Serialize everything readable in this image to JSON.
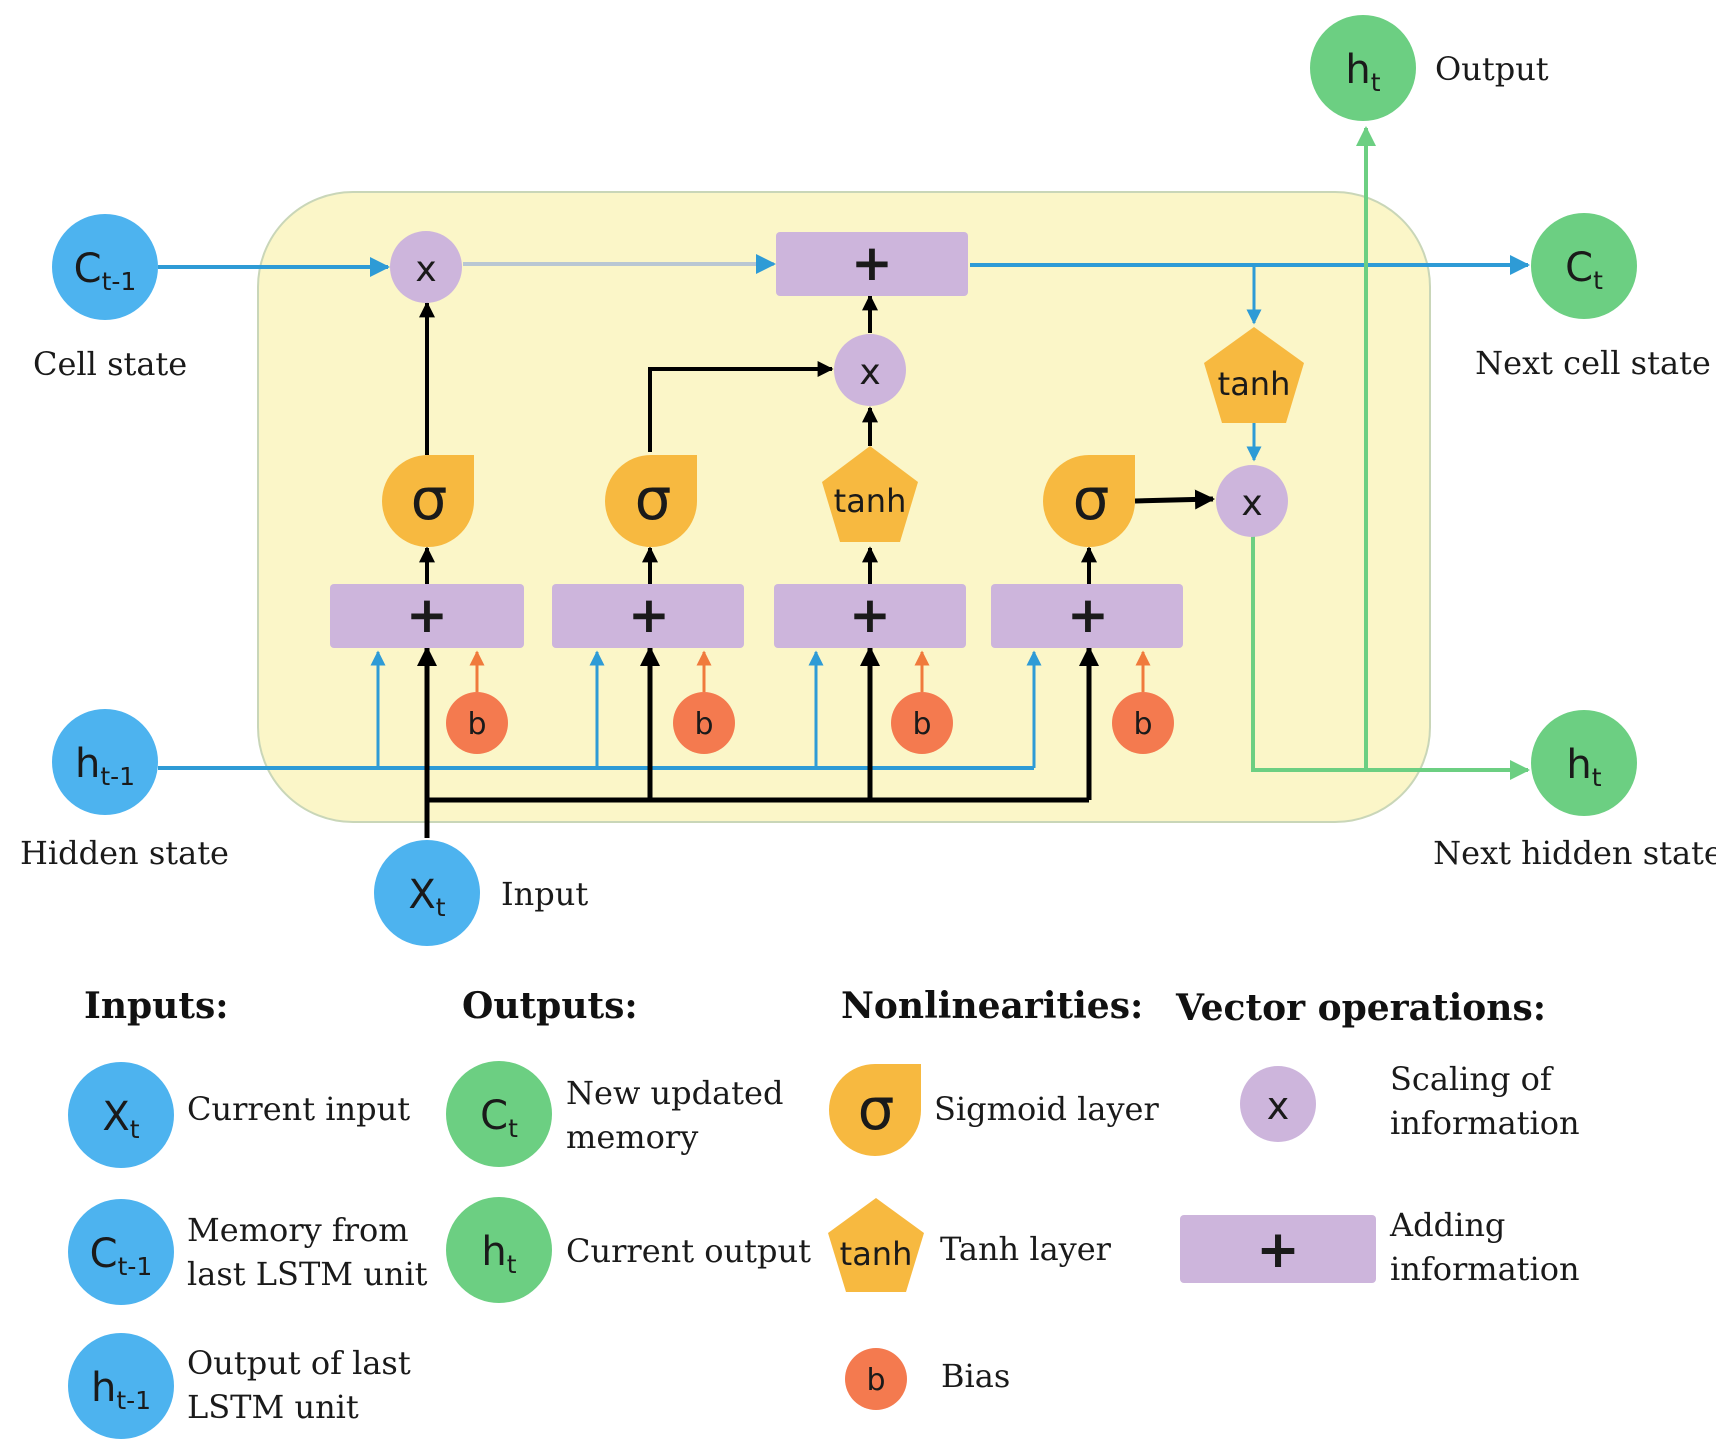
{
  "colors": {
    "cell_bg": "#fbf6c8",
    "cell_border": "#c9d6b8",
    "blue": "#4db3ef",
    "green": "#6ccf82",
    "purple": "#cdb5dc",
    "orange": "#f7b940",
    "bias": "#f47a4f",
    "line_blue": "#2e9bd6",
    "line_green": "#6ccf82",
    "line_black": "#000000",
    "line_orange": "#f07a3c"
  },
  "nodes": {
    "c_prev": {
      "main": "C",
      "sub": "t-1"
    },
    "h_prev": {
      "main": "h",
      "sub": "t-1"
    },
    "x_t": {
      "main": "X",
      "sub": "t"
    },
    "c_next": {
      "main": "C",
      "sub": "t"
    },
    "h_next": {
      "main": "h",
      "sub": "t"
    },
    "h_out": {
      "main": "h",
      "sub": "t"
    }
  },
  "labels": {
    "cell_state": "Cell state",
    "hidden_state": "Hidden state",
    "input": "Input",
    "output": "Output",
    "next_cell_state": "Next cell state",
    "next_hidden_state": "Next hidden state"
  },
  "ops": {
    "times": "x",
    "plus": "+",
    "sigma": "σ",
    "tanh": "tanh",
    "bias": "b"
  },
  "legend": {
    "inputs_header": "Inputs:",
    "outputs_header": "Outputs:",
    "nonlin_header": "Nonlinearities:",
    "vector_header": "Vector operations:",
    "x_desc": "Current input",
    "c_prev_desc": [
      "Memory from",
      "last LSTM unit"
    ],
    "h_prev_desc": [
      "Output of last",
      "LSTM unit"
    ],
    "c_desc": [
      "New updated",
      "memory"
    ],
    "h_desc": "Current output",
    "sigmoid_desc": "Sigmoid layer",
    "tanh_desc": "Tanh layer",
    "bias_desc": "Bias",
    "scale_desc": [
      "Scaling of",
      "information"
    ],
    "add_desc": [
      "Adding",
      "information"
    ]
  }
}
